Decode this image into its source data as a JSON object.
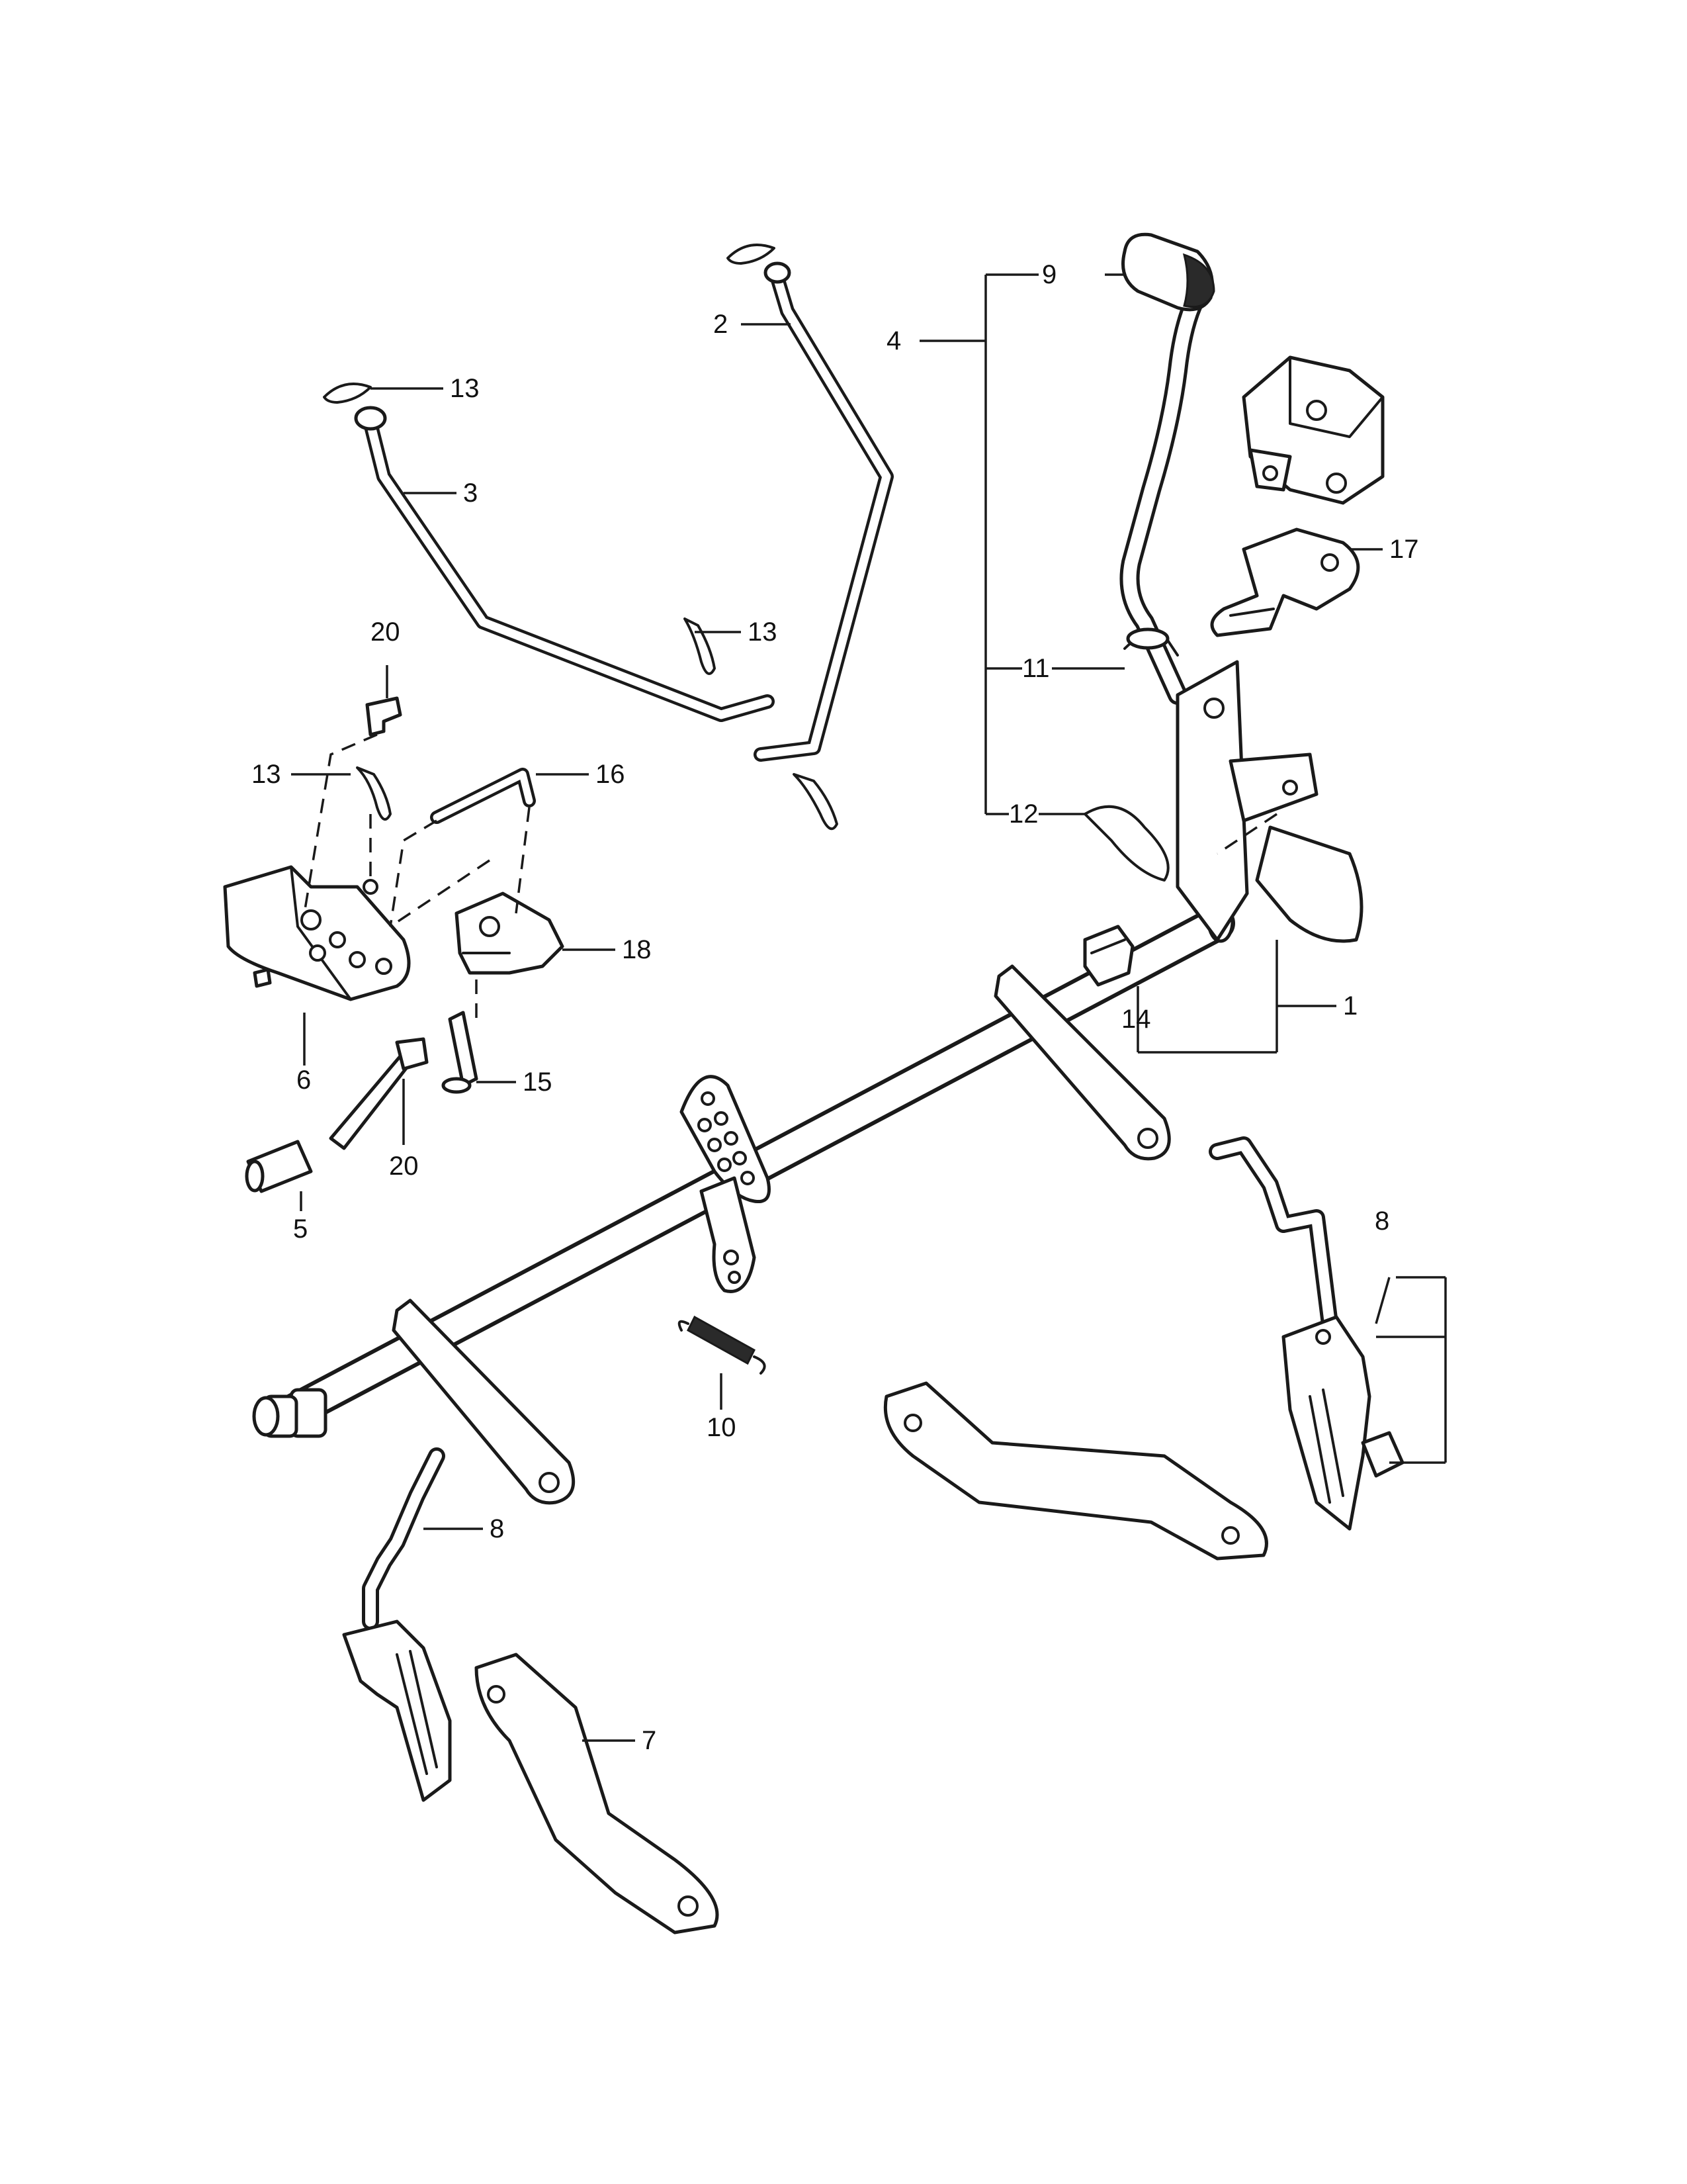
{
  "callouts": [
    {
      "id": "c1",
      "label": "1"
    },
    {
      "id": "c2",
      "label": "2"
    },
    {
      "id": "c3",
      "label": "3"
    },
    {
      "id": "c4",
      "label": "4"
    },
    {
      "id": "c5",
      "label": "5"
    },
    {
      "id": "c6",
      "label": "6"
    },
    {
      "id": "c7",
      "label": "7"
    },
    {
      "id": "c8a",
      "label": "8"
    },
    {
      "id": "c8b",
      "label": "8"
    },
    {
      "id": "c9",
      "label": "9"
    },
    {
      "id": "c10",
      "label": "10"
    },
    {
      "id": "c11",
      "label": "11"
    },
    {
      "id": "c12",
      "label": "12"
    },
    {
      "id": "c13a",
      "label": "13"
    },
    {
      "id": "c13b",
      "label": "13"
    },
    {
      "id": "c13c",
      "label": "13"
    },
    {
      "id": "c14",
      "label": "14"
    },
    {
      "id": "c15",
      "label": "15"
    },
    {
      "id": "c16",
      "label": "16"
    },
    {
      "id": "c17",
      "label": "17"
    },
    {
      "id": "c18",
      "label": "18"
    },
    {
      "id": "c20a",
      "label": "20"
    },
    {
      "id": "c20b",
      "label": "20"
    }
  ]
}
